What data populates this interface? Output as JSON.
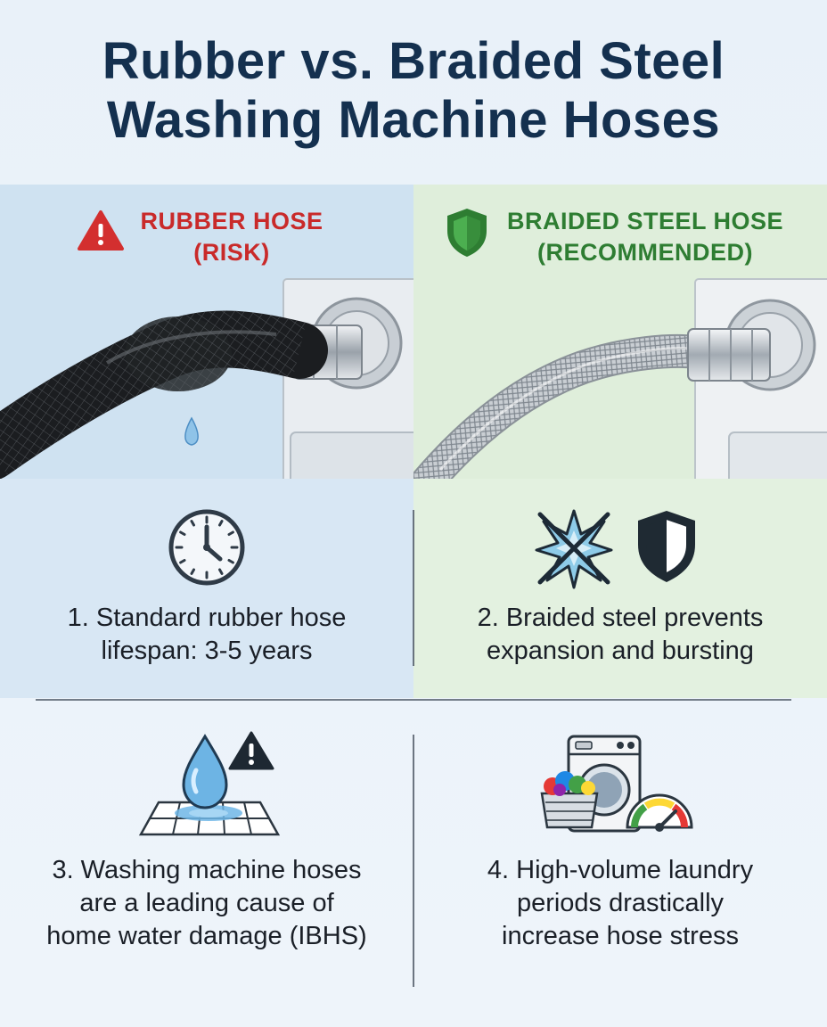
{
  "title": {
    "line1": "Rubber vs. Braided Steel",
    "line2": "Washing Machine Hoses"
  },
  "panels": {
    "left": {
      "heading_line1": "RUBBER HOSE",
      "heading_line2": "(RISK)",
      "icon": "warning-triangle-icon",
      "color": "#c92a2a",
      "background": "#cfe2f1"
    },
    "right": {
      "heading_line1": "BRAIDED STEEL HOSE",
      "heading_line2": "(RECOMMENDED)",
      "icon": "shield-icon",
      "color": "#2e7d32",
      "background": "#dfeedb"
    }
  },
  "facts": [
    {
      "icon": "clock-icon",
      "line1": "1. Standard rubber hose",
      "line2": "lifespan: 3-5 years"
    },
    {
      "icon": "burst-and-shield-icon",
      "line1": "2. Braided steel prevents",
      "line2": "expansion and bursting"
    },
    {
      "icon": "water-drop-warning-icon",
      "line1": "3. Washing machine hoses",
      "line2": "are a leading cause of",
      "line3": "home water damage (IBHS)"
    },
    {
      "icon": "washing-machine-gauge-icon",
      "line1": "4. High-volume laundry",
      "line2": "periods drastically",
      "line3": "increase hose stress"
    }
  ]
}
